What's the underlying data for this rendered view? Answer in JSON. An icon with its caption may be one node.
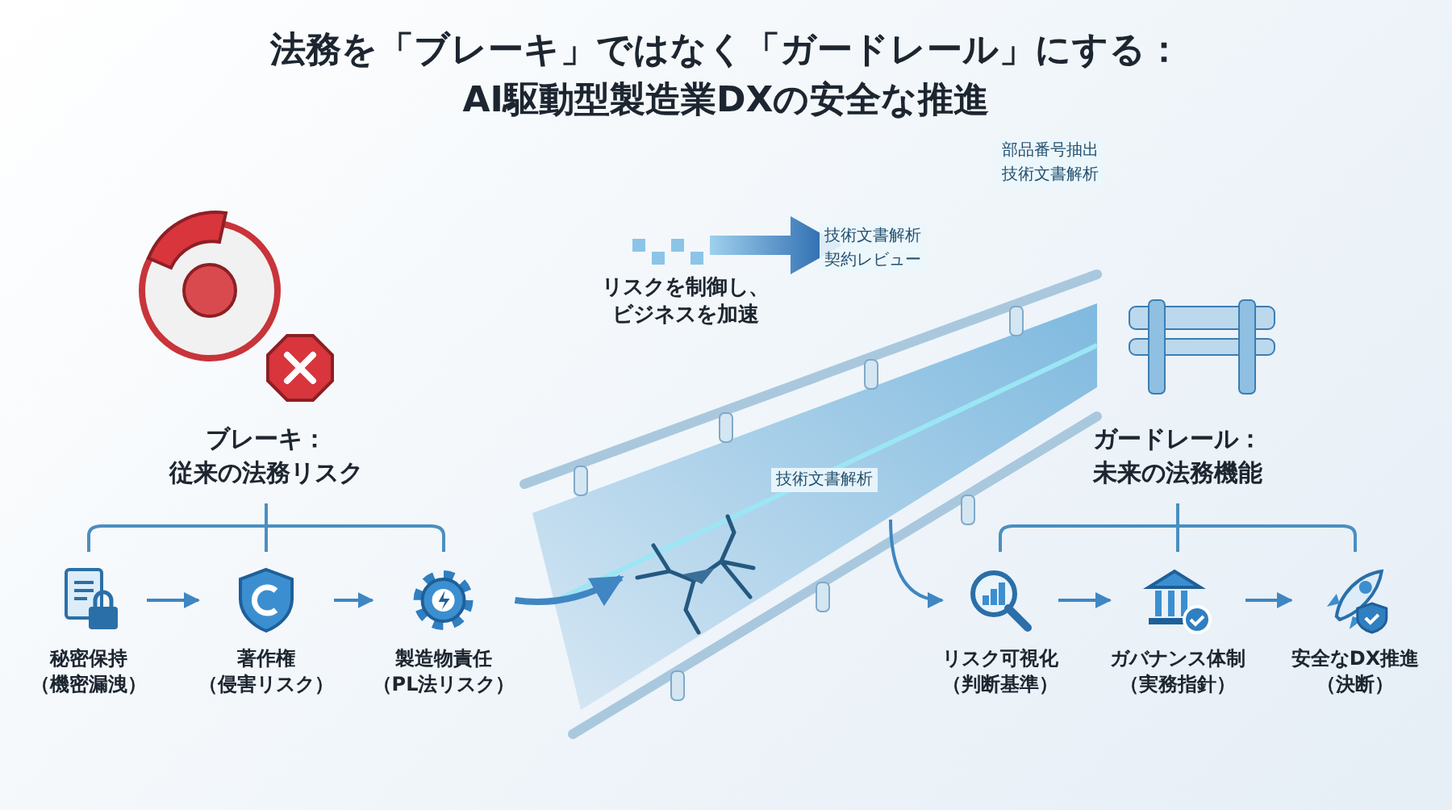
{
  "diagram": {
    "title": "法務を「ブレーキ」ではなく「ガードレール」にする：AI駆動型製造業DXの安全な推進",
    "nodes": [
      {
        "text": [
          "ブレーキ：従来の法務リスク"
        ]
      },
      {
        "text": [
          "秘密保持",
          "（機密漏洩）"
        ]
      },
      {
        "text": [
          "著作権",
          "（侵害リスク）"
        ]
      },
      {
        "text": [
          "製造物責任",
          "（PL法リスク）"
        ]
      },
      {
        "text": [
          "ガードレール：未来の法務機能"
        ]
      },
      {
        "text": [
          "リスク可視化",
          "（判断基準）"
        ]
      },
      {
        "text": [
          "ガバナンス体制",
          "（実務指針）"
        ]
      },
      {
        "text": [
          "安全なDX推進",
          "（決断）"
        ]
      },
      {
        "text": [],
        "shape": "picture"
      }
    ],
    "edges": [
      {
        "from": 1,
        "to": 2,
        "arrow": "to"
      },
      {
        "from": 2,
        "to": 3,
        "arrow": "to"
      },
      {
        "from": 3,
        "to": 8,
        "arrow": "to",
        "style": "thick"
      },
      {
        "from": null,
        "to": 5,
        "arrow": "to"
      },
      {
        "from": 5,
        "to": 6,
        "arrow": "to"
      },
      {
        "from": 6,
        "to": 7,
        "arrow": "to"
      }
    ],
    "labels": [
      "部品番号抽出",
      "技術文書解析",
      "技術文書解析",
      "契約レビュー",
      "リスクを制御し、ビジネスを加速",
      "技術文書解析"
    ]
  }
}
